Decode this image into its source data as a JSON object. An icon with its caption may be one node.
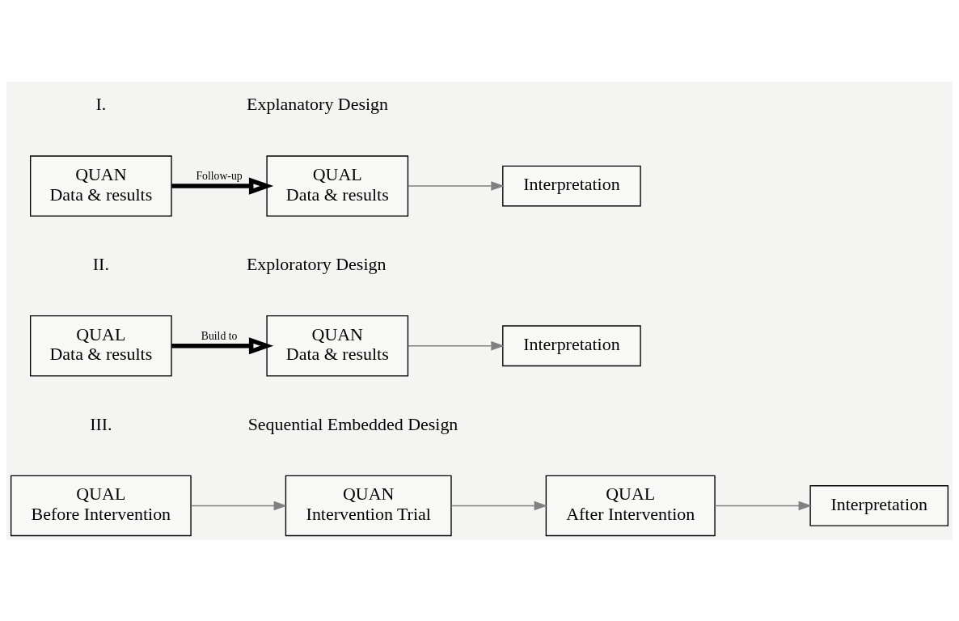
{
  "diagram": {
    "nodes": [
      {
        "text": [
          "QUAN",
          "Data & results"
        ]
      },
      {
        "text": [
          "QUAL",
          "Data & results"
        ]
      },
      {
        "text": [
          "Interpretation"
        ]
      },
      {
        "text": [
          "QUAL",
          "Data & results"
        ]
      },
      {
        "text": [
          "QUAN",
          "Data & results"
        ]
      },
      {
        "text": [
          "Interpretation"
        ]
      },
      {
        "text": [
          "QUAL",
          "Before Intervention"
        ]
      },
      {
        "text": [
          "QUAN",
          "Intervention Trial"
        ]
      },
      {
        "text": [
          "QUAL",
          "After Intervention"
        ]
      },
      {
        "text": [
          "Interpretation"
        ]
      }
    ],
    "edges": [
      {
        "from": 0,
        "to": 1,
        "arrow": "to",
        "label": "Follow-up",
        "style": "thick",
        "color": "#000000"
      },
      {
        "from": 1,
        "to": 2,
        "arrow": "to"
      },
      {
        "from": 3,
        "to": 4,
        "arrow": "to",
        "label": "Build to",
        "style": "thick",
        "color": "#000000"
      },
      {
        "from": 4,
        "to": 5,
        "arrow": "to"
      },
      {
        "from": 6,
        "to": 7,
        "arrow": "to"
      },
      {
        "from": 7,
        "to": 8,
        "arrow": "to"
      },
      {
        "from": 8,
        "to": 9,
        "arrow": "to"
      }
    ],
    "labels": [
      "I.",
      "Explanatory Design",
      "II.",
      "Exploratory Design",
      "III.",
      "Sequential Embedded Design"
    ]
  }
}
